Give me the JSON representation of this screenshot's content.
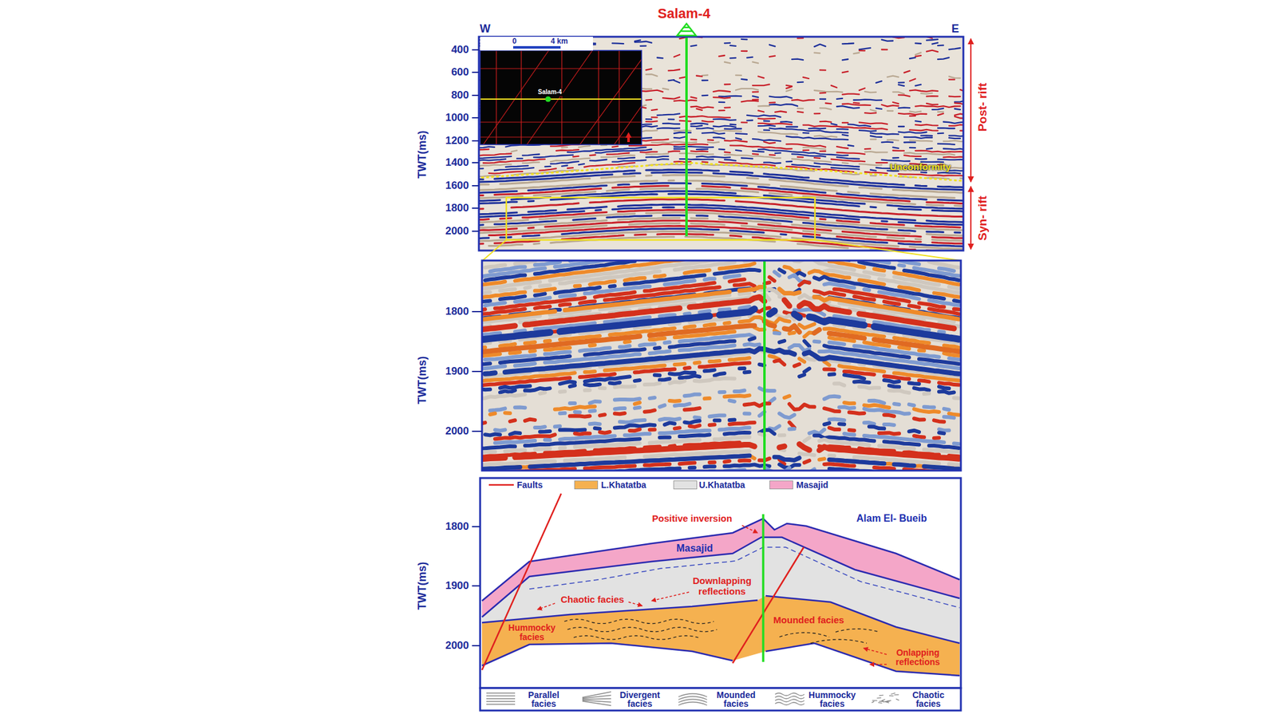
{
  "diagram": {
    "labels": [
      "Salam-4",
      "W",
      "E",
      "400",
      "600",
      "800",
      "1000",
      "1200",
      "1400",
      "1600",
      "1800",
      "2000",
      "TWT(ms)",
      "0",
      "4 km",
      "Salam-4",
      "Unconformity",
      "Post- rift",
      "Syn- rift",
      "1800",
      "1900",
      "2000",
      "TWT(ms)",
      "1800",
      "1900",
      "2000",
      "TWT(ms)",
      "Positive inversion",
      "Alam El- Bueib",
      "Masajid",
      "Downlapping reflections",
      "Chaotic facies",
      "Hummocky facies",
      "Mounded facies",
      "Onlapping reflections"
    ],
    "legend": [
      {
        "text": "Faults"
      },
      {
        "text": "L.Khatatba",
        "color": "#f5b150"
      },
      {
        "text": "U.Khatatba",
        "color": "#e2e2e2"
      },
      {
        "text": "Masajid",
        "color": "#f4a6c8"
      },
      {
        "text": "Parallel facies"
      },
      {
        "text": "Divergent facies"
      },
      {
        "text": "Mounded facies"
      },
      {
        "text": "Hummocky facies"
      },
      {
        "text": "Chaotic facies"
      }
    ]
  }
}
